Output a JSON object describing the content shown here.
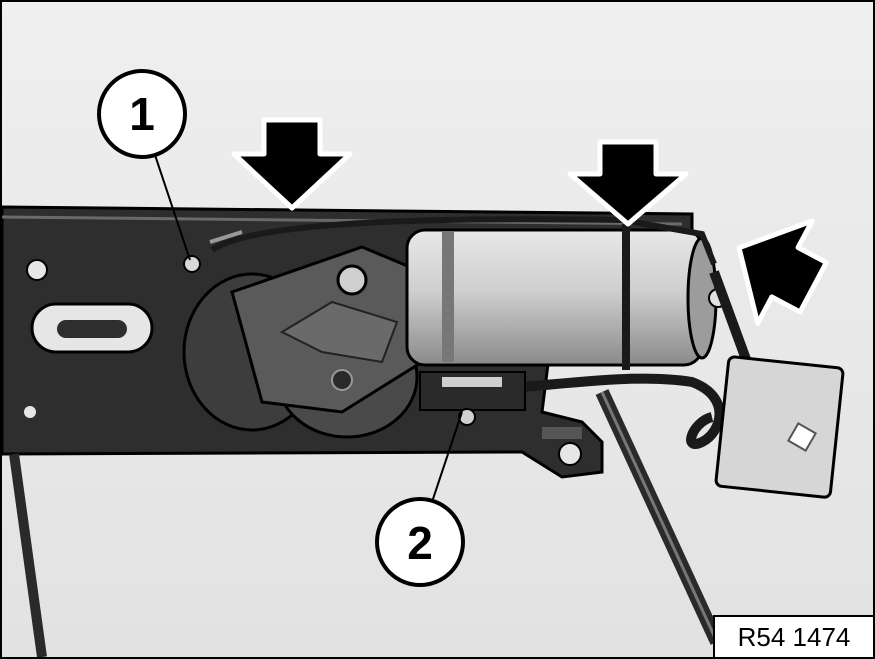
{
  "image": {
    "callouts": [
      {
        "label": "1"
      },
      {
        "label": "2"
      }
    ],
    "reference_code": "R54 1474",
    "arrow_icon": "down-arrow-icon",
    "colors": {
      "background": "#f2f2f2",
      "outline": "#000000",
      "metal": "#3a3a3a",
      "motor": "#c9c9c9"
    }
  }
}
